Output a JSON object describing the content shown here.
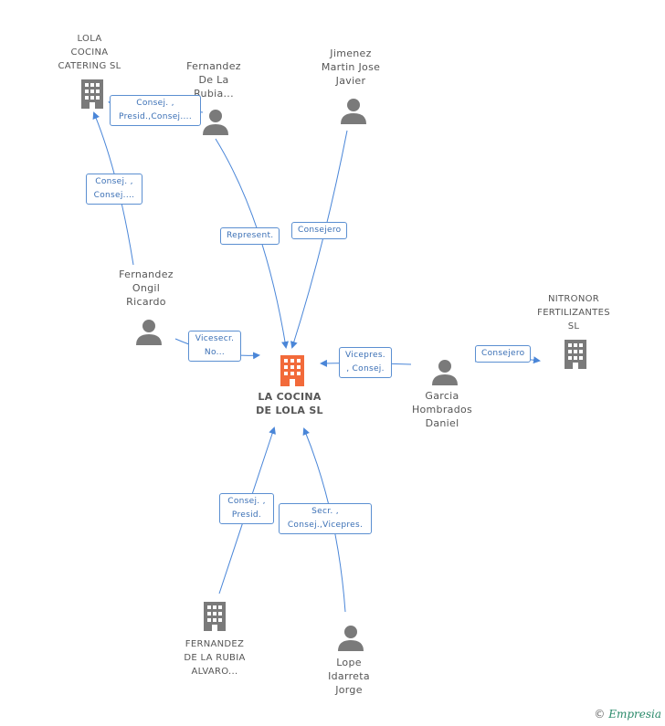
{
  "nodes": {
    "main": {
      "label": "LA COCINA\nDE LOLA SL",
      "color": "#f26a3a"
    },
    "lola_catering": {
      "label": "LOLA\nCOCINA\nCATERING  SL"
    },
    "fernandez_rubia": {
      "label": "Fernandez\nDe La\nRubia..."
    },
    "jimenez": {
      "label": "Jimenez\nMartin Jose\nJavier"
    },
    "fernandez_ongil": {
      "label": "Fernandez\nOngil\nRicardo"
    },
    "nitronor": {
      "label": "NITRONOR\nFERTILIZANTES\nSL"
    },
    "garcia": {
      "label": "Garcia\nHombrados\nDaniel"
    },
    "fernandez_alvaro": {
      "label": "FERNANDEZ\nDE LA RUBIA\nALVARO..."
    },
    "lope": {
      "label": "Lope\nIdarreta\nJorge"
    }
  },
  "edges": {
    "rubia_to_lola": "Consej. ,\nPresid.,Consej....",
    "ongil_to_lola": "Consej. ,\nConsej....",
    "rubia_to_main": "Represent.",
    "jimenez_to_main": "Consejero",
    "ongil_to_main": "Vicesecr.\nNo...",
    "garcia_to_main": "Vicepres.\n, Consej.",
    "garcia_to_nitronor": "Consejero",
    "alvaro_to_main": "Consej. ,\nPresid.",
    "lope_to_main": "Secr. ,\nConsej.,Vicepres."
  },
  "colors": {
    "line": "#5b8fd1",
    "icon": "#7a7a7a",
    "main_icon": "#f26a3a"
  },
  "footer": {
    "copyright": "©",
    "brand": "Empresia"
  }
}
